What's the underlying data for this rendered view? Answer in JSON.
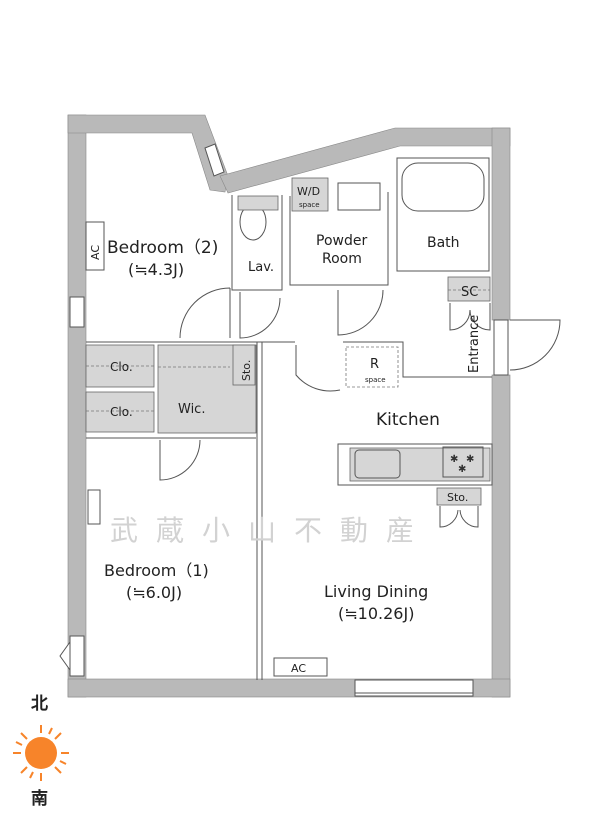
{
  "rooms": {
    "bedroom2": {
      "name": "Bedroom（2)",
      "size": "(≒4.3J)"
    },
    "bedroom1": {
      "name": "Bedroom（1)",
      "size": "(≒6.0J)"
    },
    "living": {
      "name": "Living Dining",
      "size": "(≒10.26J)"
    },
    "kitchen": "Kitchen",
    "lav": "Lav.",
    "powder_line1": "Powder",
    "powder_line2": "Room",
    "bath": "Bath",
    "entrance": "Entrance",
    "sc": "SC",
    "wd": "W/D",
    "wd_sub": "space",
    "r": "R",
    "r_sub": "space",
    "clo1": "Clo.",
    "clo2": "Clo.",
    "wic": "Wic.",
    "sto_hall": "Sto.",
    "sto_kitchen": "Sto.",
    "ac_bedroom2": "AC",
    "ac_living": "AC"
  },
  "watermark": "武蔵小山不動産",
  "compass": {
    "north": "北",
    "south": "南",
    "sun_color": "#f7842a"
  }
}
